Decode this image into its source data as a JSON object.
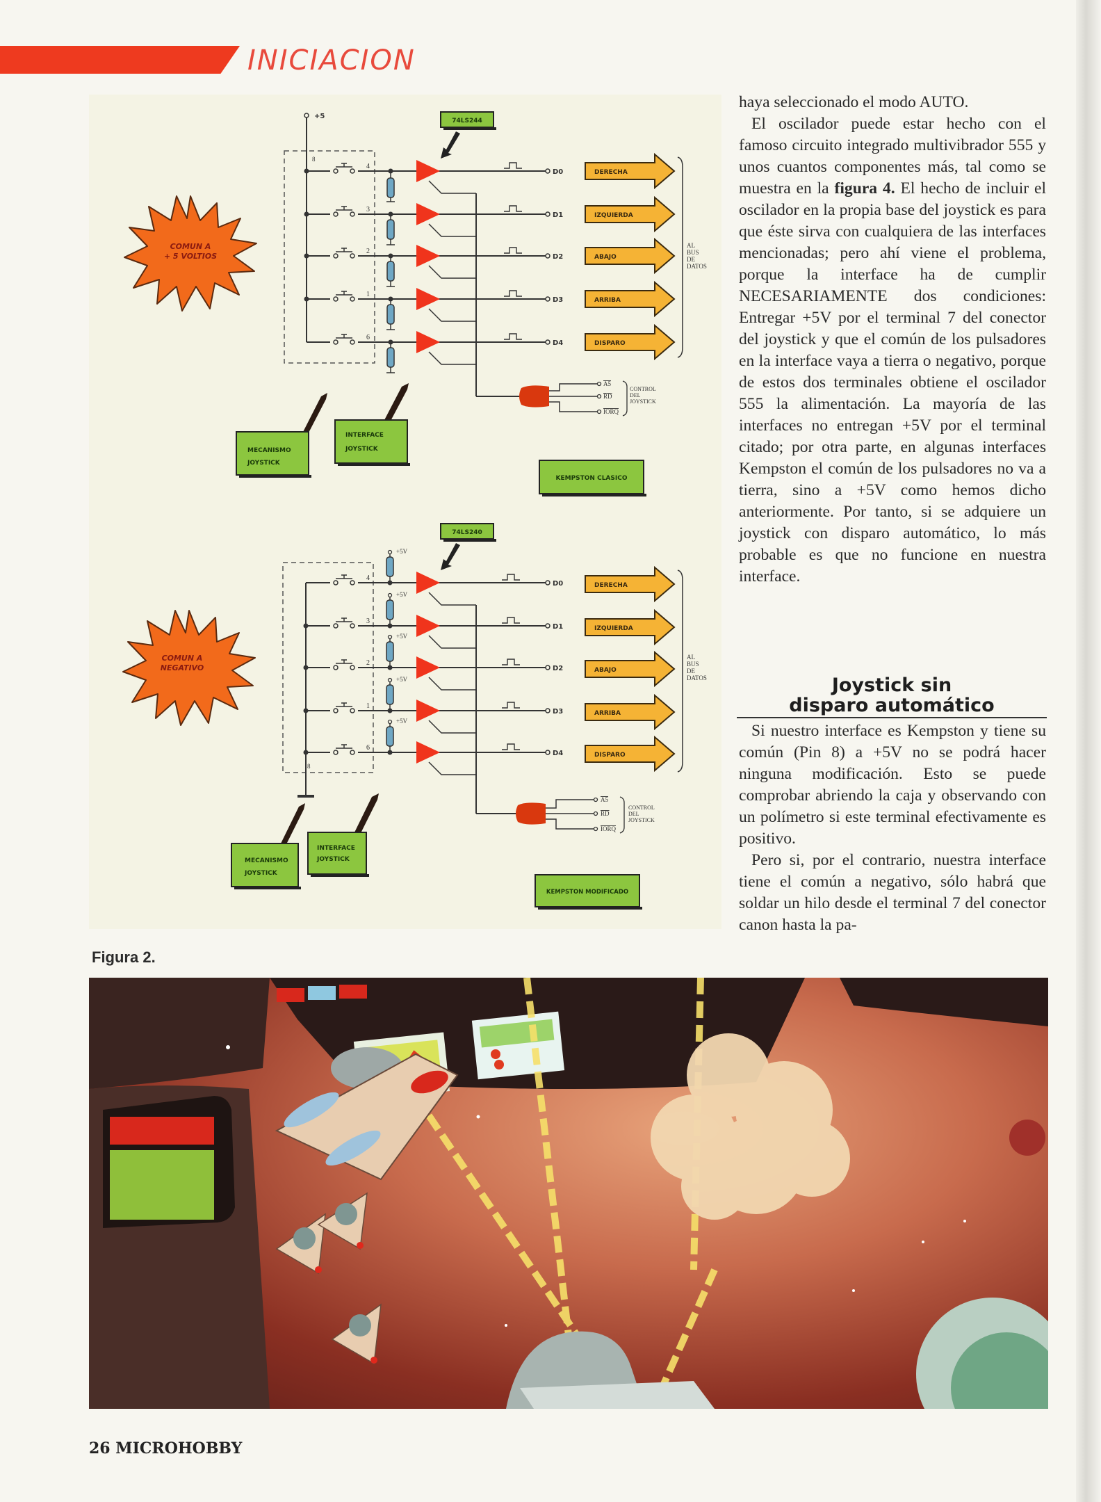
{
  "header": {
    "section": "INICIACION",
    "accent_color": "#ee3a1f"
  },
  "figure": {
    "caption": "Figura 2.",
    "diagram_top": {
      "chip_label": "74LS244",
      "supply_label": "+5",
      "common_pin": "8",
      "burst_label_line1": "COMUN  A",
      "burst_label_line2": "+ 5 VOLTIOS",
      "switch_pins": [
        "4",
        "3",
        "2",
        "1",
        "6"
      ],
      "data_lines": [
        "D0",
        "D1",
        "D2",
        "D3",
        "D4"
      ],
      "directions": [
        "DERECHA",
        "IZQUIERDA",
        "ABAJO",
        "ARRIBA",
        "DISPARO"
      ],
      "bus_label": [
        "AL",
        "BUS",
        "DE",
        "DATOS"
      ],
      "control_signals": [
        "A5",
        "RD",
        "IORQ"
      ],
      "control_label": [
        "CONTROL",
        "DEL",
        "JOYSTICK"
      ],
      "mechanism_label": [
        "MECANISMO",
        "JOYSTICK"
      ],
      "interface_label": [
        "INTERFACE",
        "JOYSTICK"
      ],
      "variant_label": "KEMPSTON  CLASICO"
    },
    "diagram_bottom": {
      "chip_label": "74LS240",
      "pullup_label": "+5V",
      "common_pin": "8",
      "burst_label_line1": "COMUN  A",
      "burst_label_line2": "NEGATIVO",
      "switch_pins": [
        "4",
        "3",
        "2",
        "1",
        "6"
      ],
      "data_lines": [
        "D0",
        "D1",
        "D2",
        "D3",
        "D4"
      ],
      "directions": [
        "DERECHA",
        "IZQUIERDA",
        "ABAJO",
        "ARRIBA",
        "DISPARO"
      ],
      "bus_label": [
        "AL",
        "BUS",
        "DE",
        "DATOS"
      ],
      "control_signals": [
        "A5",
        "RD",
        "IORQ"
      ],
      "control_label": [
        "CONTROL",
        "DEL",
        "JOYSTICK"
      ],
      "mechanism_label": [
        "MECANISMO",
        "JOYSTICK"
      ],
      "interface_label": [
        "INTERFACE",
        "JOYSTICK"
      ],
      "variant_label": "KEMPSTON  MODIFICADO"
    },
    "colors": {
      "buffer": "#f0341c",
      "burst": "#f26a1b",
      "green_box": "#8cc63f",
      "arrow": "#f5b335",
      "resistor": "#6fa7c4"
    }
  },
  "article": {
    "p1": "haya seleccionado el modo AUTO.",
    "p2_a": "El oscilador puede estar hecho con el famoso circuito integrado multivibrador 555 y unos cuantos componentes más, tal como se muestra en la ",
    "p2_bold": "figura 4.",
    "p2_b": " El hecho de incluir el oscilador en la propia base del joystick es para que éste sirva con cualquiera de las interfaces mencionadas; pero ahí viene el problema, porque la interface ha de cumplir NECESARIAMENTE dos condiciones: Entregar +5V por el terminal 7 del conector del joystick y que el común de los pulsadores en la interface vaya a tierra o negativo, porque de estos dos terminales obtiene el oscilador 555 la alimentación. La mayoría de las interfaces no entregan +5V por el terminal citado; por otra parte, en algunas interfaces Kempston el común de los pulsadores no va a tierra, sino a +5V como hemos dicho anteriormente. Por tanto, si se adquiere un joystick con disparo automático, lo más probable es que no funcione en nuestra interface.",
    "subheading_line1": "Joystick sin",
    "subheading_line2": "disparo automático",
    "p3": "Si nuestro interface es Kempston y tiene su común (Pin 8) a +5V no se podrá hacer ninguna modificación. Esto se puede comprobar abriendo la caja y observando con un polímetro si este terminal efectivamente es positivo.",
    "p4": "Pero si, por el contrario, nuestra interface tiene el común a negativo, sólo habrá que soldar un hilo desde el terminal 7 del conector canon hasta la pa-"
  },
  "illustration": {
    "description": "space-battle-cockpit-illustration"
  },
  "footer": {
    "page_label": "26 MICROHOBBY"
  }
}
